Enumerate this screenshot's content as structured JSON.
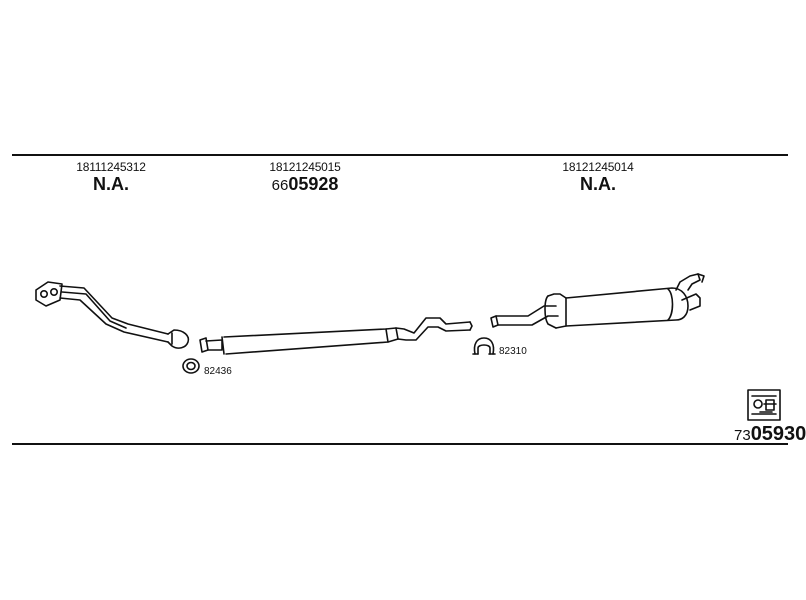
{
  "references": [
    {
      "oe_number": "18111245312",
      "part_prefix": "",
      "part_number": "N.A."
    },
    {
      "oe_number": "18121245015",
      "part_prefix": "66",
      "part_number": "05928"
    },
    {
      "oe_number": "18121245014",
      "part_prefix": "",
      "part_number": "N.A."
    }
  ],
  "components": {
    "gasket_label": "82436",
    "clamp_label": "82310"
  },
  "kit": {
    "prefix": "73",
    "number": "05930",
    "icon": "kit-box-icon"
  }
}
